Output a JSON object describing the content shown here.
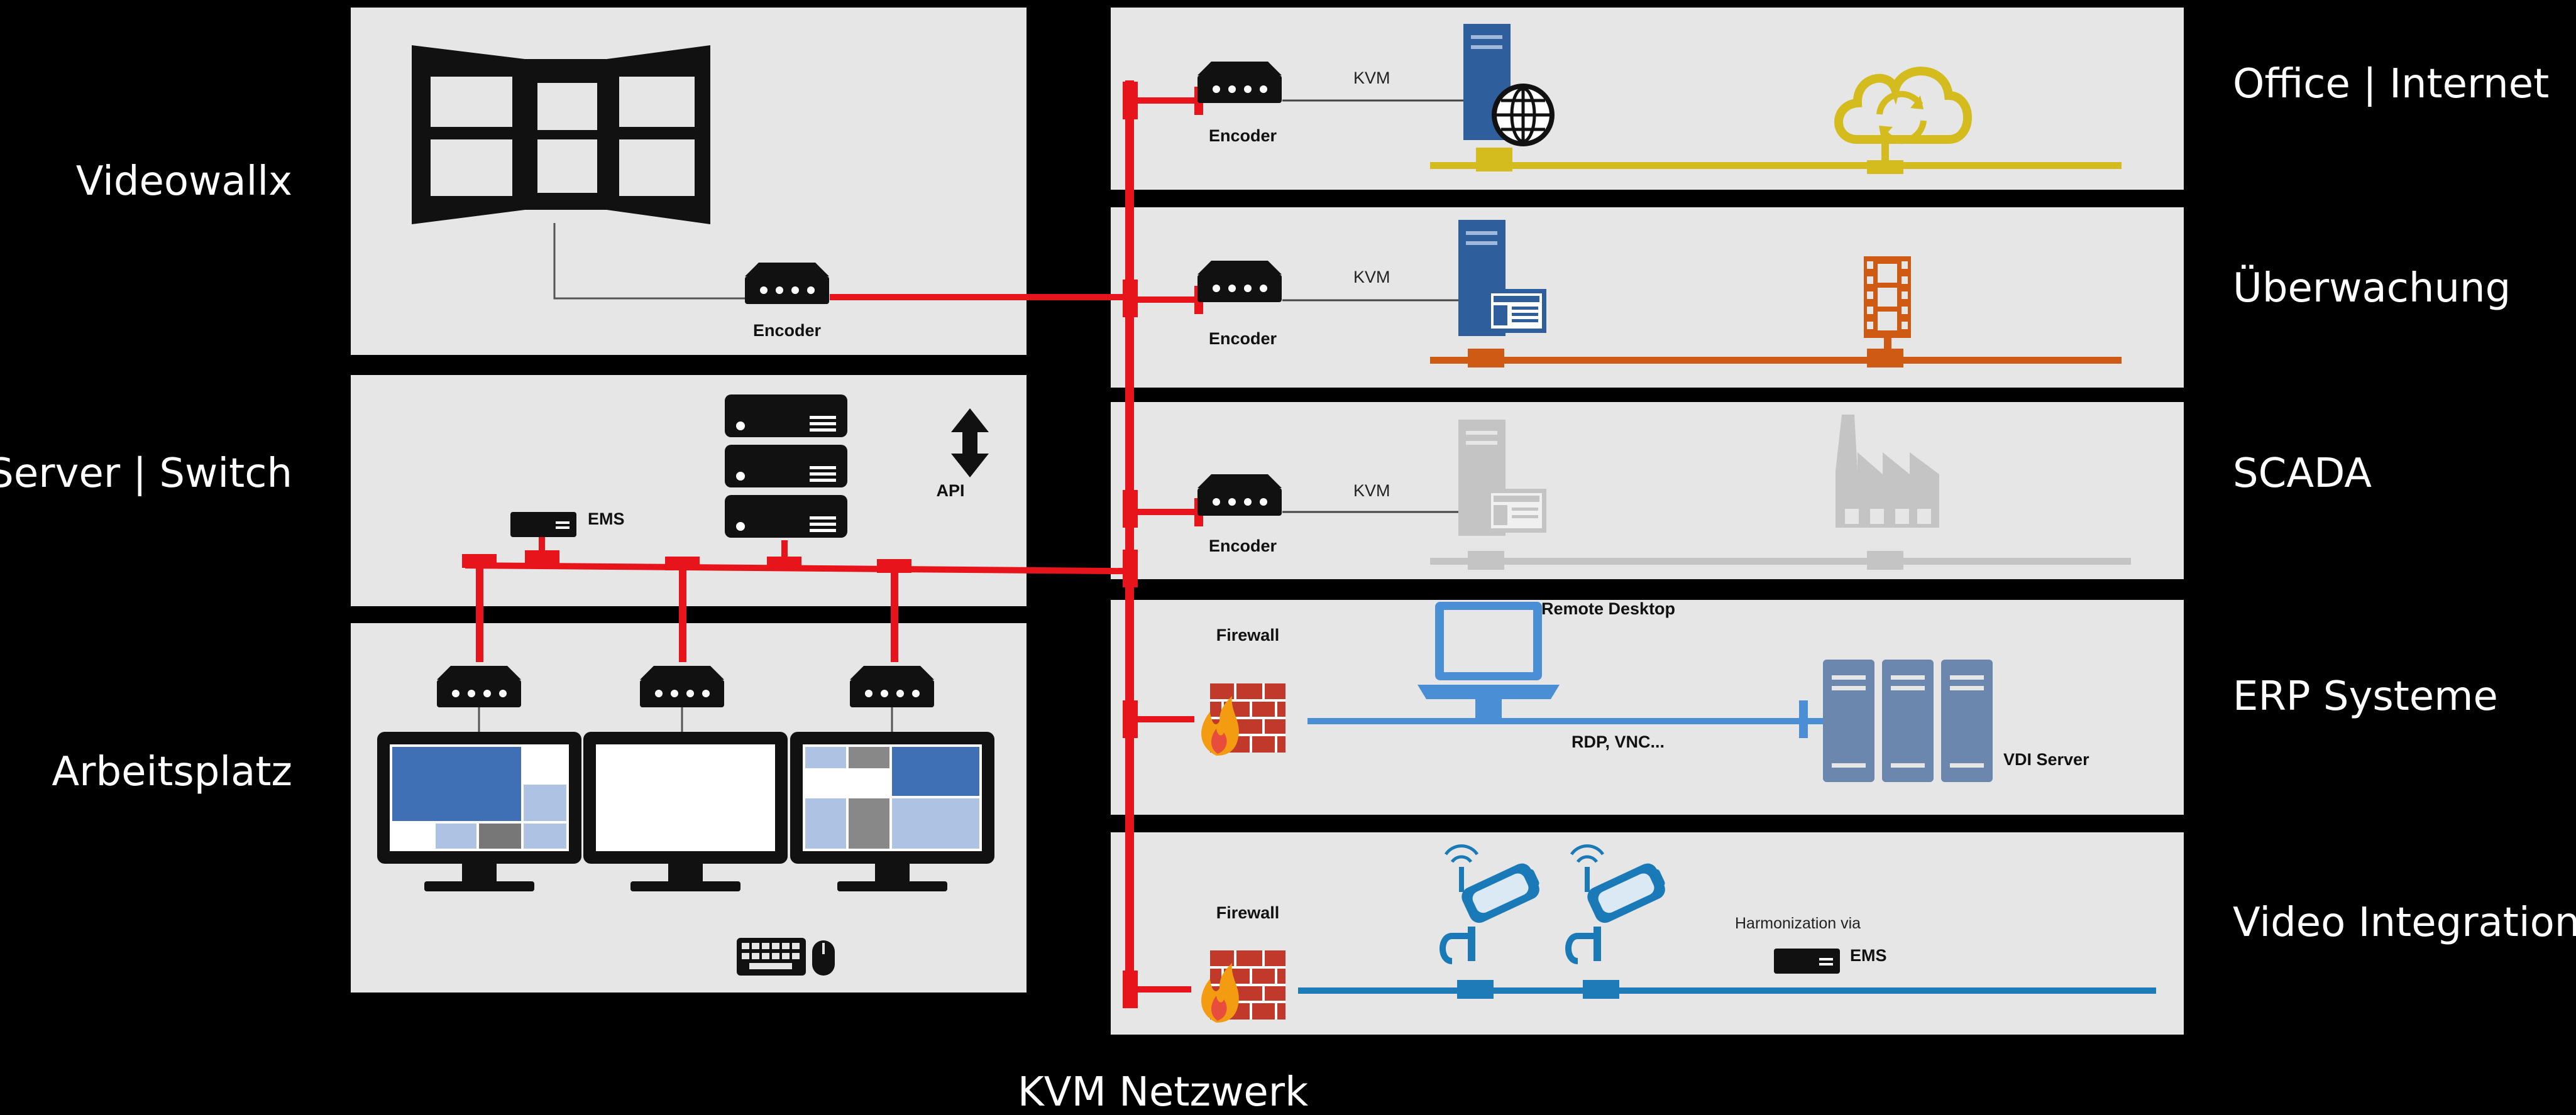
{
  "left_labels": {
    "videowall": "Videowallx",
    "server_switch": "Server | Switch",
    "arbeitsplatz": "Arbeitsplatz"
  },
  "right_labels": {
    "office": "Office | Internet",
    "ueberwachung": "Überwachung",
    "scada": "SCADA",
    "erp": "ERP Systeme",
    "video_integration": "Video Integration"
  },
  "bottom_label": "KVM Netzwerk",
  "devices": {
    "encoder": "Encoder",
    "kvm": "KVM",
    "ems": "EMS",
    "api": "API",
    "firewall": "Firewall",
    "remote_desktop": "Remote Desktop",
    "rdp_vnc": "RDP, VNC...",
    "vdi_server": "VDI Server",
    "harmonization": "Harmonization via"
  },
  "colors": {
    "background": "#000000",
    "panel": "#e6e6e6",
    "kvm_network": "#e8141b",
    "office_line": "#d4bc1e",
    "ueberwachung_line": "#cf5a14",
    "scada_line": "#c4c4c4",
    "erp_line": "#4a8fd6",
    "video_line": "#1f7ab8",
    "server_blue": "#2e5e9c"
  },
  "icons": [
    "videowall-icon",
    "encoder-icon",
    "server-stack-icon",
    "api-arrow-icon",
    "ems-box-icon",
    "monitor-icon",
    "keyboard-mouse-icon",
    "web-server-icon",
    "cloud-sync-icon",
    "video-server-icon",
    "film-strip-icon",
    "factory-icon",
    "firewall-icon",
    "laptop-icon",
    "vdi-server-icon",
    "ip-camera-icon"
  ]
}
